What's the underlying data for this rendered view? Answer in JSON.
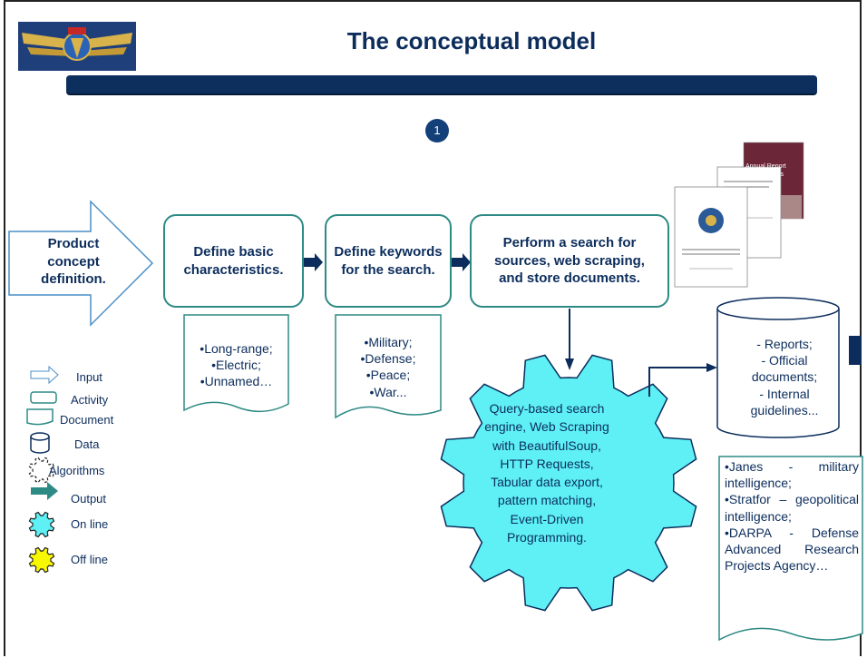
{
  "slide": {
    "title": "The conceptual model",
    "step_number": "1"
  },
  "input": {
    "label": "Product concept definition."
  },
  "activities": [
    {
      "label": "Define basic characteristics."
    },
    {
      "label": "Define keywords for the search."
    },
    {
      "label": "Perform a search for sources, web scraping, and store documents."
    }
  ],
  "documents": {
    "characteristics": [
      "•Long-range;",
      "•Electric;",
      "•Unnamed…"
    ],
    "keywords": [
      "•Military;",
      "•Defense;",
      "•Peace;",
      "•War..."
    ]
  },
  "algorithm": {
    "text": "Query-based search engine, Web Scraping with BeautifulSoup, HTTP Requests, Tabular data export, pattern matching, Event-Driven Programming.",
    "color": "#5ef0f5"
  },
  "data_store": {
    "items": [
      "- Reports;",
      "- Official documents;",
      "- Internal guidelines..."
    ]
  },
  "sources": {
    "items": [
      "•Janes - military intelligence;",
      "•Stratfor – geopolitical intelligence;",
      "•DARPA - Defense Advanced Research Projects Agency…"
    ]
  },
  "legend": [
    {
      "label": "Input",
      "icon": "input-arrow-icon"
    },
    {
      "label": "Activity",
      "icon": "activity-box-icon"
    },
    {
      "label": "Document",
      "icon": "document-icon"
    },
    {
      "label": "Data",
      "icon": "data-cylinder-icon"
    },
    {
      "label": "Algorithms",
      "icon": "algorithm-gear-icon"
    },
    {
      "label": "Output",
      "icon": "output-arrow-icon"
    },
    {
      "label": "On line",
      "icon": "online-gear-icon"
    },
    {
      "label": "Off line",
      "icon": "offline-gear-icon"
    }
  ],
  "colors": {
    "primary": "#0c2d5c",
    "teal": "#2e8a85",
    "online": "#5ef0f5",
    "offline": "#f8f800"
  }
}
